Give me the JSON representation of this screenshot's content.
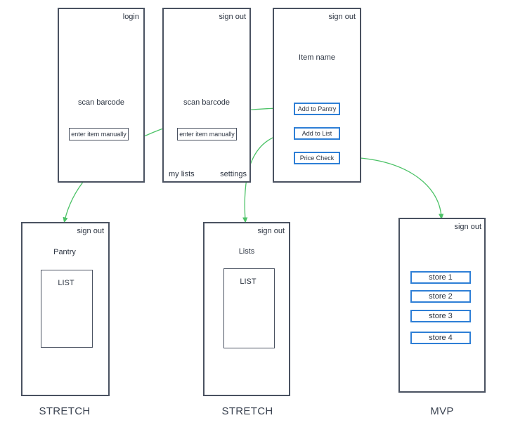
{
  "screens": {
    "login_screen": {
      "corner_label": "login",
      "scan_label": "scan barcode",
      "manual_button": "enter item manually"
    },
    "home_screen": {
      "corner_label": "sign out",
      "scan_label": "scan barcode",
      "manual_button": "enter item manually",
      "my_lists": "my lists",
      "settings": "settings"
    },
    "item_screen": {
      "corner_label": "sign out",
      "item_name": "Item name",
      "add_pantry": "Add to Pantry",
      "add_list": "Add to List",
      "price_check": "Price Check"
    },
    "pantry_screen": {
      "corner_label": "sign out",
      "title": "Pantry",
      "list_label": "LIST",
      "caption": "STRETCH"
    },
    "lists_screen": {
      "corner_label": "sign out",
      "title": "Lists",
      "list_label": "LIST",
      "caption": "STRETCH"
    },
    "price_screen": {
      "corner_label": "sign out",
      "stores": [
        "store 1",
        "store 2",
        "store 3",
        "store 4"
      ],
      "caption": "MVP"
    }
  },
  "colors": {
    "frame": "#4a5261",
    "button_accent": "#2e7fd6",
    "connector": "#4cc267"
  }
}
